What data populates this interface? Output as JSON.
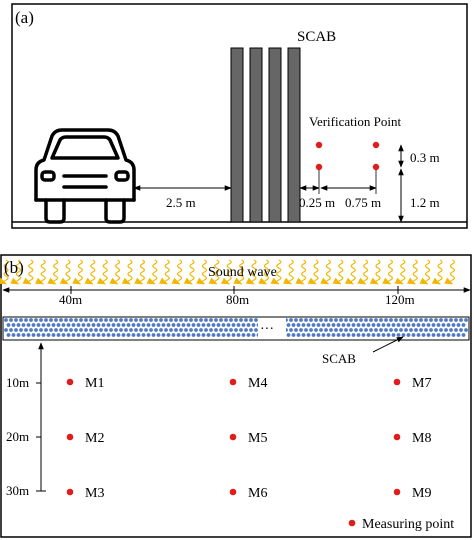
{
  "panel_a": {
    "label": "(a)",
    "barrier_label": "SCAB",
    "verification_label": "Verification Point",
    "dist_car_barrier": "2.5 m",
    "dist_barrier_first": "0.25 m",
    "dist_between_points": "0.75 m",
    "height_upper": "0.3 m",
    "height_lower": "1.2 m",
    "barrier_slats": 4,
    "point_color": "#e01c1c",
    "fill_gray": "#666666"
  },
  "panel_b": {
    "label": "(b)",
    "sound_label": "Sound wave",
    "scale_marks": [
      "40m",
      "80m",
      "120m"
    ],
    "ellipsis": "···",
    "barrier_label": "SCAB",
    "depth_marks": [
      "10m",
      "20m",
      "30m"
    ],
    "points": [
      {
        "name": "M1",
        "row": 0,
        "col": 0
      },
      {
        "name": "M4",
        "row": 0,
        "col": 1
      },
      {
        "name": "M7",
        "row": 0,
        "col": 2
      },
      {
        "name": "M2",
        "row": 1,
        "col": 0
      },
      {
        "name": "M5",
        "row": 1,
        "col": 1
      },
      {
        "name": "M8",
        "row": 1,
        "col": 2
      },
      {
        "name": "M3",
        "row": 2,
        "col": 0
      },
      {
        "name": "M6",
        "row": 2,
        "col": 1
      },
      {
        "name": "M9",
        "row": 2,
        "col": 2
      }
    ],
    "legend_label": "Measuring point",
    "wave_color": "#f2b705",
    "dot_color": "#4f79c4",
    "point_color": "#e01c1c"
  }
}
